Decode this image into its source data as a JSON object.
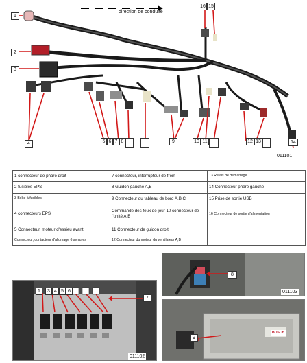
{
  "diagram": {
    "direction_label": "direction de conduite",
    "callouts": [
      {
        "id": "c1",
        "text": "1"
      },
      {
        "id": "c2",
        "text": "2"
      },
      {
        "id": "c3",
        "text": "3"
      },
      {
        "id": "c4",
        "text": "4"
      },
      {
        "id": "c5",
        "text": "5"
      },
      {
        "id": "c6",
        "text": "6"
      },
      {
        "id": "c7",
        "text": "7"
      },
      {
        "id": "c8",
        "text": "8"
      },
      {
        "id": "c9",
        "text": "9"
      },
      {
        "id": "c10",
        "text": "10"
      },
      {
        "id": "c11",
        "text": "11"
      },
      {
        "id": "c12",
        "text": "12"
      },
      {
        "id": "c13",
        "text": "13"
      },
      {
        "id": "c14",
        "text": "14"
      },
      {
        "id": "c15",
        "text": "15"
      },
      {
        "id": "c16",
        "text": "16"
      }
    ],
    "image_code": "011101"
  },
  "legend": {
    "rows": [
      [
        "1 connecteur de phare droit",
        "7 connecteur, interrupteur de frein",
        "13 Relais de démarrage"
      ],
      [
        "2 fusibles EPS",
        "8 Guidon gauche A,B",
        "14 Connecteur phare gauche"
      ],
      [
        "3 Boîte à fusibles",
        "9 Connecteur du tableau de bord A,B,C",
        "15 Prise de sortie USB"
      ],
      [
        "4 connecteurs EPS",
        "Commande des feux de jour 10 connecteur de l'unité A,B",
        "16 Connecteur de sortie d'alimentation"
      ],
      [
        "5 Connecteur, moteur d'essieu avant",
        "11 Connecteur de guidon droit",
        ""
      ],
      [
        "Connecteur, contacteur d'allumage 6 serrures",
        "12 Connecteur du moteur du ventilateur A,B",
        ""
      ]
    ]
  },
  "photo_fusebox": {
    "labels": [
      "1",
      "3",
      "4",
      "5",
      "6",
      "7"
    ],
    "image_code": "011102"
  },
  "photo_connector": {
    "label": "8",
    "image_code": "011103"
  },
  "photo_module": {
    "label": "9",
    "brand_text": "BOSCH"
  }
}
